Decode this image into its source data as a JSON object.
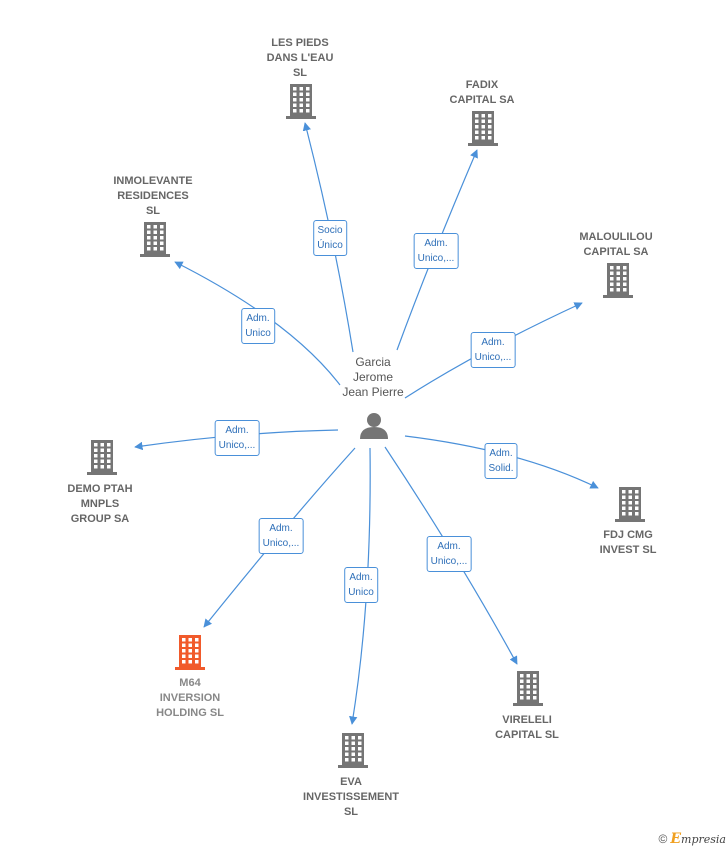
{
  "center": {
    "label": "Garcia\nJerome\nJean Pierre"
  },
  "colors": {
    "edge": "#4a90d9",
    "building": "#757575",
    "building_highlight": "#f15a2b",
    "person": "#757575"
  },
  "companies": [
    {
      "id": "les-pieds",
      "label": "LES PIEDS\nDANS L'EAU\nSL",
      "edge_label": "Socio\nÚnico",
      "highlight": false
    },
    {
      "id": "fadix",
      "label": "FADIX\nCAPITAL SA",
      "edge_label": "Adm.\nUnico,...",
      "highlight": false
    },
    {
      "id": "inmolevante",
      "label": "INMOLEVANTE\nRESIDENCES\nSL",
      "edge_label": "Adm.\nUnico",
      "highlight": false
    },
    {
      "id": "maloulilou",
      "label": "MALOULILOU\nCAPITAL SA",
      "edge_label": "Adm.\nUnico,...",
      "highlight": false
    },
    {
      "id": "demo-ptah",
      "label": "DEMO PTAH\nMNPLS\nGROUP SA",
      "edge_label": "Adm.\nUnico,...",
      "highlight": false
    },
    {
      "id": "fdj-cmg",
      "label": "FDJ CMG\nINVEST  SL",
      "edge_label": "Adm.\nSolid.",
      "highlight": false
    },
    {
      "id": "m64",
      "label": "M64\nINVERSION\nHOLDING  SL",
      "edge_label": "Adm.\nUnico,...",
      "highlight": true
    },
    {
      "id": "eva",
      "label": "EVA\nINVESTISSEMENT\nSL",
      "edge_label": "Adm.\nUnico",
      "highlight": false
    },
    {
      "id": "vireleli",
      "label": "VIRELELI\nCAPITAL  SL",
      "edge_label": "Adm.\nUnico,...",
      "highlight": false
    }
  ],
  "footer": {
    "copyright": "©",
    "brand_e": "E",
    "brand_rest": "mpresia"
  }
}
